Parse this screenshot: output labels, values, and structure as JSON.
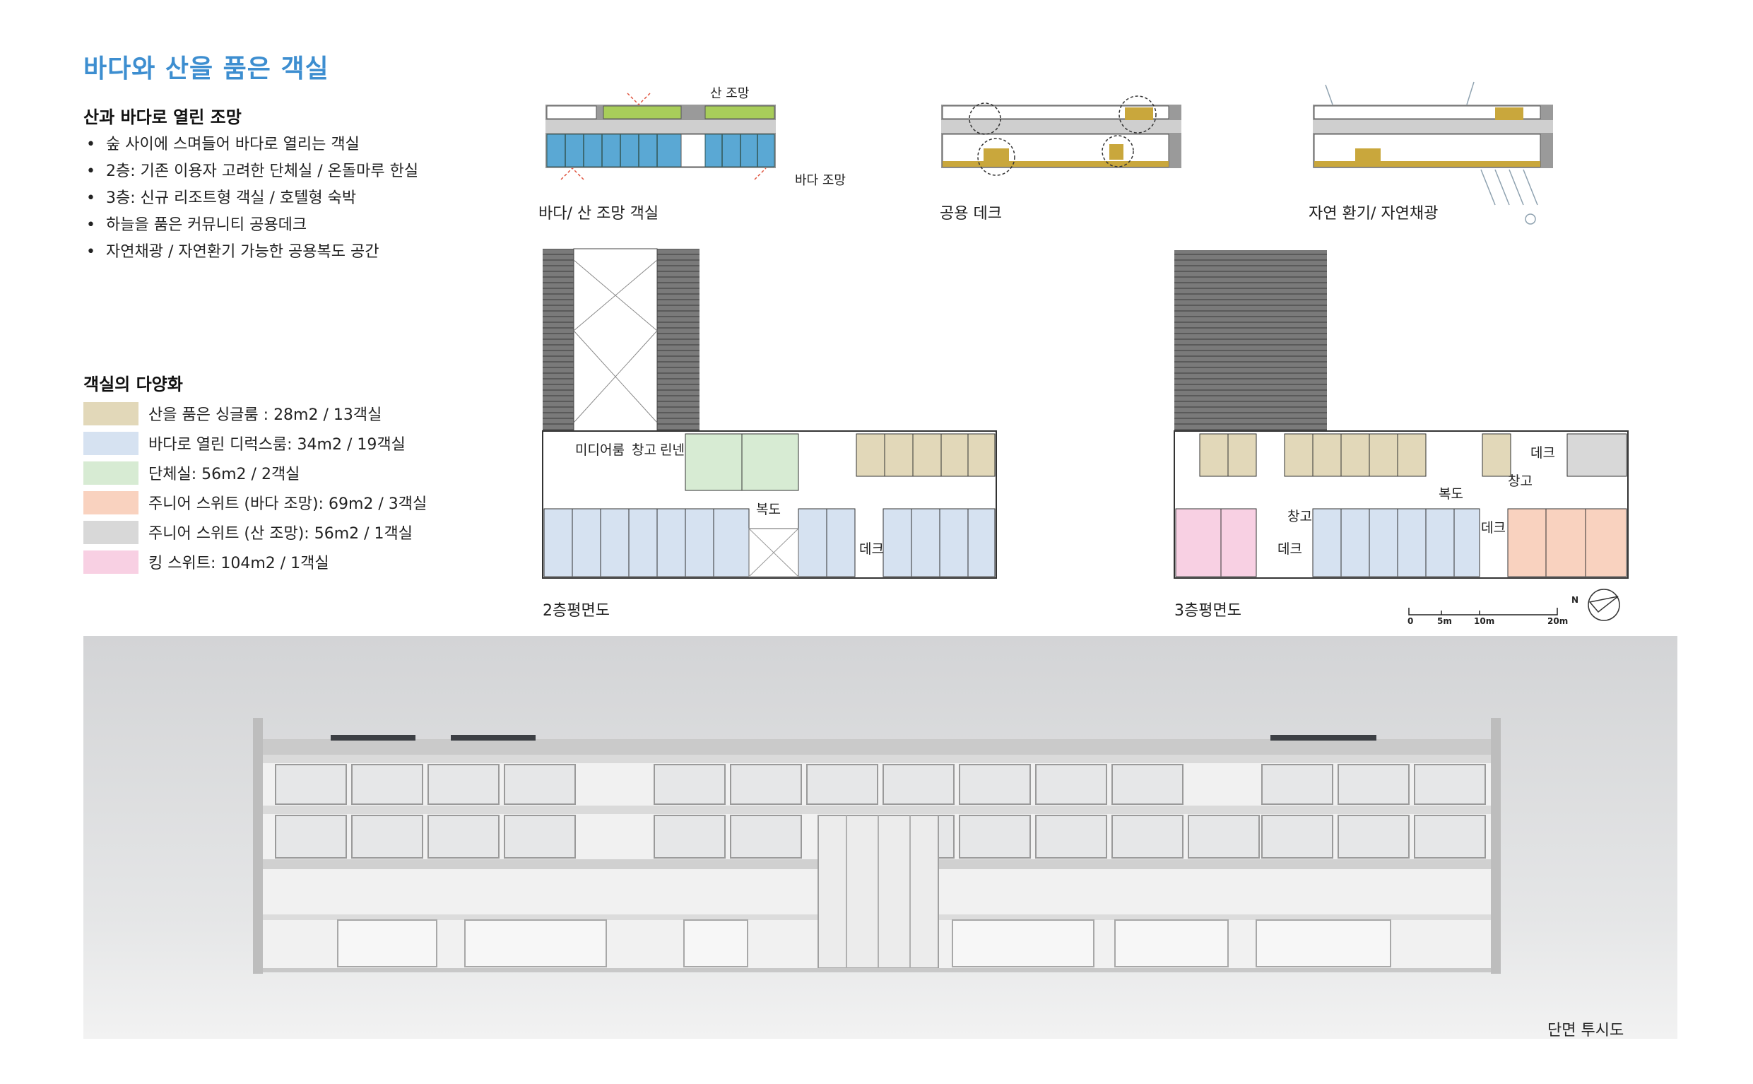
{
  "title": "바다와 산을 품은 객실",
  "views": {
    "heading": "산과 바다로 열린 조망",
    "bullets": [
      "숲 사이에 스며들어 바다로 열리는 객실",
      "2층: 기존 이용자 고려한 단체실 / 온돌마루 한실",
      "3층: 신규 리조트형 객실 / 호텔형 숙박",
      "하늘을 품은 커뮤니티 공용데크",
      "자연채광 / 자연환기 가능한 공용복도 공간"
    ]
  },
  "variety": {
    "heading": "객실의 다양화",
    "legend": [
      {
        "label": "산을 품은 싱글룸 : 28m2 / 13객실",
        "color": "#e2d8b9"
      },
      {
        "label": "바다로 열린 디럭스룸: 34m2 / 19객실",
        "color": "#d6e2f1"
      },
      {
        "label": "단체실: 56m2 / 2객실",
        "color": "#d7ebd3"
      },
      {
        "label": "주니어 스위트 (바다 조망): 69m2 / 3객실",
        "color": "#f9d2bf"
      },
      {
        "label": "주니어 스위트 (산 조망): 56m2 / 1객실",
        "color": "#d8d8d8"
      },
      {
        "label": "킹 스위트: 104m2 / 1객실",
        "color": "#f8d0e3"
      }
    ]
  },
  "diagrams": {
    "view": {
      "caption": "바다/ 산 조망 객실",
      "mountain_label": "산 조망",
      "sea_label": "바다 조망"
    },
    "deck": {
      "caption": "공용 데크"
    },
    "vent": {
      "caption": "자연 환기/ 자연채광"
    }
  },
  "plans": {
    "floor2": {
      "caption": "2층평면도",
      "labels": {
        "media": "미디어룸",
        "storage": "창고",
        "linen": "린넨",
        "corridor": "복도",
        "deck": "데크"
      }
    },
    "floor3": {
      "caption": "3층평면도",
      "labels": {
        "deck_a": "데크",
        "storage_a": "창고",
        "corridor": "복도",
        "storage_b": "창고",
        "deck_b": "데크",
        "deck_c": "데크"
      }
    },
    "scale": {
      "ticks": [
        "0",
        "5m",
        "10m",
        "20m"
      ],
      "north": "N"
    }
  },
  "section": {
    "caption": "단면 투시도"
  },
  "colors": {
    "title_blue": "#3d8ed0",
    "sea_blue": "#5aa8d4",
    "mountain_green": "#a8cd5a",
    "deck_gold": "#c9a73c",
    "roof_gray": "#6e6e6e"
  }
}
